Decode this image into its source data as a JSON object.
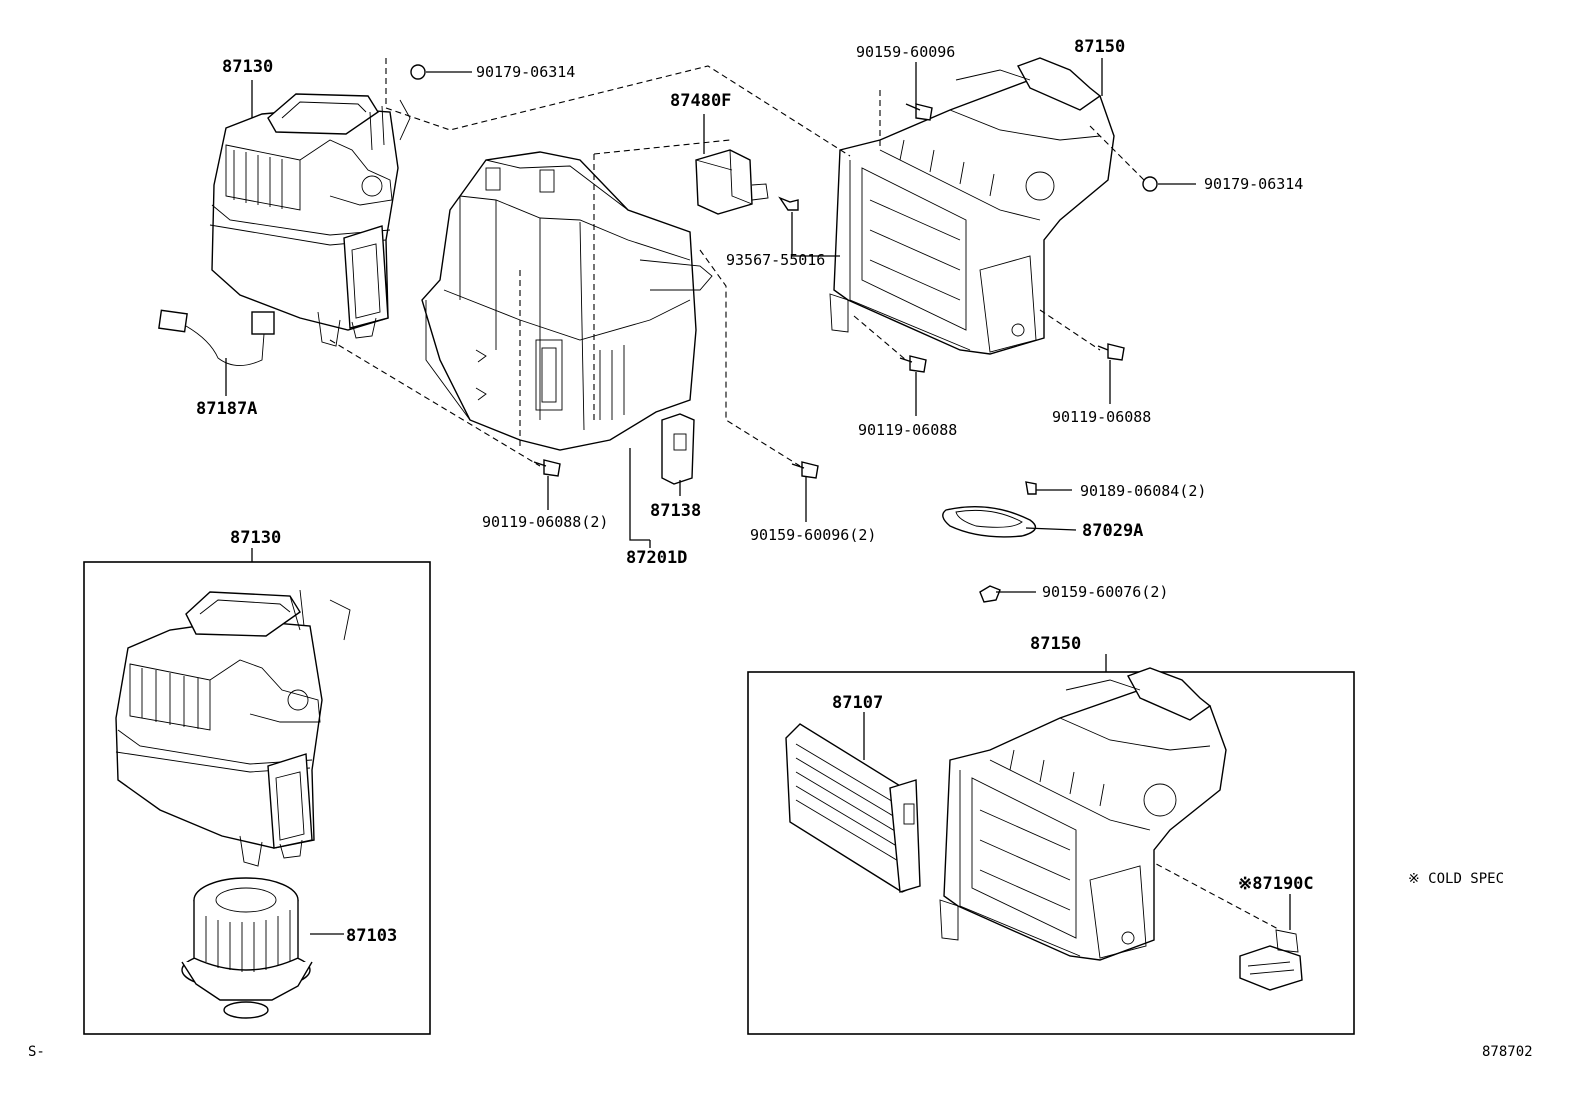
{
  "labels": {
    "p87130_top": "87130",
    "p90179_top": "90179-06314",
    "p87480F": "87480F",
    "p90159_top": "90159-60096",
    "p87150_top": "87150",
    "p90179_right": "90179-06314",
    "p93567": "93567-55016",
    "p87187A": "87187A",
    "p90119_mid": "90119-06088",
    "p90119_right": "90119-06088",
    "p90189": "90189-06084(2)",
    "p87029A": "87029A",
    "p87138": "87138",
    "p90119_bottom": "90119-06088(2)",
    "p90159_bottom": "90159-60096(2)",
    "p87201D": "87201D",
    "p90159_60076": "90159-60076(2)",
    "p87130_box": "87130",
    "p87150_box": "87150",
    "p87107": "87107",
    "p87103": "87103",
    "p87190C": "※87190C",
    "cold_spec": "※ COLD SPEC",
    "footer_left": "S-",
    "footer_right": "878702"
  }
}
